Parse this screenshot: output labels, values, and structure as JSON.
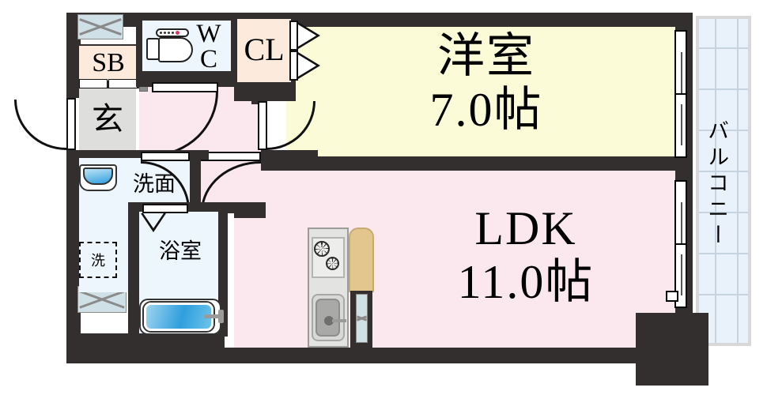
{
  "plan": {
    "type": "japanese-floor-plan",
    "layout_code": "1LDK",
    "rooms": [
      {
        "id": "bedroom",
        "name": "洋室",
        "size": "7.0帖",
        "fill": "#fbfbd8"
      },
      {
        "id": "ldk",
        "name": "LDK",
        "size": "11.0帖",
        "fill": "#fbe8ef"
      },
      {
        "id": "balcony",
        "name": "バルコニー",
        "fill": "#e9f2fb"
      },
      {
        "id": "closet",
        "name": "CL",
        "fill": "#fcebdd"
      },
      {
        "id": "shoebox",
        "name": "SB",
        "fill": "#fcebdd"
      },
      {
        "id": "toilet",
        "name_line1": "W",
        "name_line2": "C",
        "fill": "#edf5fd"
      },
      {
        "id": "entrance",
        "name": "玄",
        "fill": "#dededd"
      },
      {
        "id": "washroom",
        "name": "洗面",
        "fill": "#edf5fd"
      },
      {
        "id": "bathroom",
        "name": "浴室",
        "fill": "#edf5fd"
      },
      {
        "id": "washer",
        "name": "洗",
        "fill": "transparent"
      }
    ]
  },
  "labels": {
    "bedroom_name": "洋室",
    "bedroom_size": "7.0帖",
    "ldk_name": "LDK",
    "ldk_size": "11.0帖",
    "balcony": "バルコニー",
    "closet": "CL",
    "shoebox": "SB",
    "wc_top": "W",
    "wc_bottom": "C",
    "entrance": "玄",
    "washroom": "洗面",
    "bathroom": "浴室",
    "washer": "洗"
  },
  "colors": {
    "wall": "#332f2f",
    "bedroom": "#fbfbd8",
    "ldk": "#fbe8ef",
    "wet_area": "#edf5fd",
    "closet": "#fcebdd",
    "entrance_floor": "#dededd",
    "balcony": "#e9f2fb",
    "balcony_frame": "#d8d8d8",
    "pipe_shaft": "#cfe0e6",
    "kitchen_counter": "#e2c68e",
    "bathtub": "#2f9fdd",
    "background": "#ffffff"
  },
  "fixtures": [
    {
      "name": "gas-stove",
      "burners": 2,
      "location": "ldk-kitchen"
    },
    {
      "name": "kitchen-sink",
      "location": "ldk-kitchen"
    },
    {
      "name": "kitchen-counter",
      "location": "ldk-kitchen"
    },
    {
      "name": "toilet",
      "location": "wc"
    },
    {
      "name": "washbasin",
      "location": "washroom"
    },
    {
      "name": "bathtub",
      "location": "bathroom"
    },
    {
      "name": "washing-machine-space",
      "location": "washroom"
    },
    {
      "name": "pipe-shaft",
      "count": 2,
      "location": "exterior-left"
    }
  ],
  "openings": [
    {
      "name": "entrance-door",
      "type": "hinged",
      "location": "entrance-west"
    },
    {
      "name": "hall-to-ldk-door",
      "type": "hinged",
      "location": "hall-south"
    },
    {
      "name": "hall-to-bedroom-door",
      "type": "hinged",
      "location": "hall-east"
    },
    {
      "name": "wc-door",
      "type": "hinged",
      "location": "wc-south"
    },
    {
      "name": "washroom-door",
      "type": "hinged",
      "location": "washroom-east"
    },
    {
      "name": "bathroom-door",
      "type": "folding",
      "location": "bathroom-north"
    },
    {
      "name": "closet-doors",
      "type": "bifold",
      "count": 2,
      "location": "closet-east"
    },
    {
      "name": "bedroom-balcony-sash",
      "type": "sliding-glass",
      "location": "bedroom-east"
    },
    {
      "name": "ldk-balcony-sash",
      "type": "sliding-glass",
      "location": "ldk-east"
    },
    {
      "name": "shoebox-shelf",
      "type": "shelf",
      "location": "entrance-north"
    }
  ]
}
